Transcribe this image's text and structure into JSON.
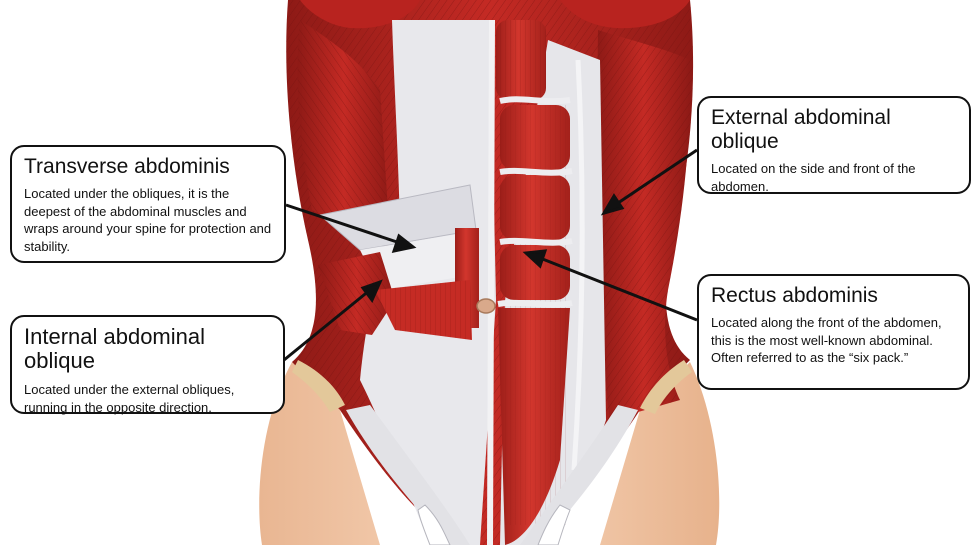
{
  "labels": {
    "transverse": {
      "title": "Transverse abdominis",
      "description": "Located under the obliques, it is the deepest of the abdominal muscles and wraps around your spine for protection and stability."
    },
    "internal": {
      "title": "Internal abdominal oblique",
      "description": "Located under the external obliques, running in the opposite direction."
    },
    "external": {
      "title": "External abdominal oblique",
      "description": "Located on the side and front of the abdomen."
    },
    "rectus": {
      "title": "Rectus abdominis",
      "description": "Located along the front of the abdomen, this is the most well-known abdominal. Often referred to as the “six pack.”"
    }
  },
  "colors": {
    "muscle": "#b8231f",
    "muscle_dark": "#7e1412",
    "tendon": "#e6e6ea",
    "skin": "#f2c9a8",
    "callout_border": "#111111"
  }
}
